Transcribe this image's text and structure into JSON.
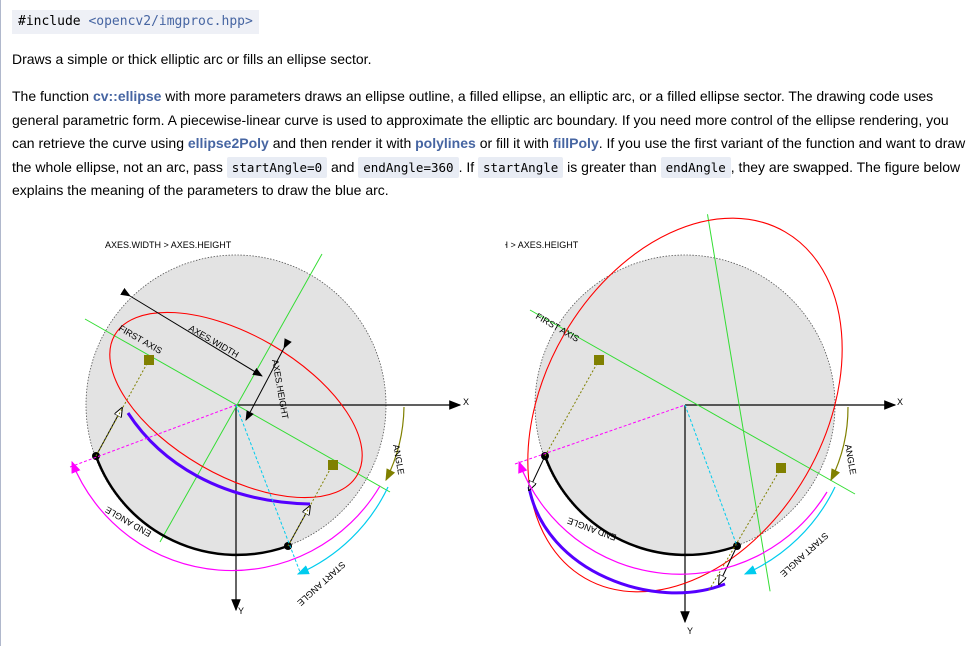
{
  "header": {
    "include_text": "#include ",
    "include_file": "<opencv2/imgproc.hpp>"
  },
  "summary": "Draws a simple or thick elliptic arc or fills an ellipse sector.",
  "description": {
    "t1": "The function ",
    "link_ellipse": "cv::ellipse",
    "t2": " with more parameters draws an ellipse outline, a filled ellipse, an elliptic arc, or a filled ellipse sector. The drawing code uses general parametric form. A piecewise-linear curve is used to approximate the elliptic arc boundary. If you need more control of the ellipse rendering, you can retrieve the curve using ",
    "link_ellipse2poly": "ellipse2Poly",
    "t3": " and then render it with ",
    "link_polylines": "polylines",
    "t4": " or fill it with ",
    "link_fillpoly": "fillPoly",
    "t5": ". If you use the first variant of the function and want to draw the whole ellipse, not an arc, pass ",
    "code_start0": "startAngle=0",
    "t6": " and ",
    "code_end360": "endAngle=360",
    "t7": ". If ",
    "code_startangle": "startAngle",
    "t8": " is greater than ",
    "code_endangle": "endAngle",
    "t9": ", they are swapped. The figure below explains the meaning of the parameters to draw the blue arc."
  },
  "figure_left": {
    "title": "AXES.WIDTH > AXES.HEIGHT",
    "x_label": "X",
    "y_label": "Y",
    "first_axis": "FIRST AXIS",
    "axes_width": "AXES.WIDTH",
    "axes_height": "AXES.HEIGHT",
    "angle": "ANGLE",
    "start_angle": "START ANGLE",
    "end_angle": "END ANGLE"
  },
  "figure_right": {
    "title": "AXES.WIDTH > AXES.HEIGHT",
    "x_label": "X",
    "y_label": "Y",
    "first_axis": "FIRST AXIS",
    "angle": "ANGLE",
    "start_angle": "START ANGLE",
    "end_angle": "END ANGLE"
  },
  "colors": {
    "link": "#4665a2",
    "ellipse": "#ff0000",
    "arc": "#5500ff",
    "axis_line": "#33dd33",
    "magenta": "#ff00ff",
    "cyan": "#00ccee",
    "olive": "#808000"
  }
}
